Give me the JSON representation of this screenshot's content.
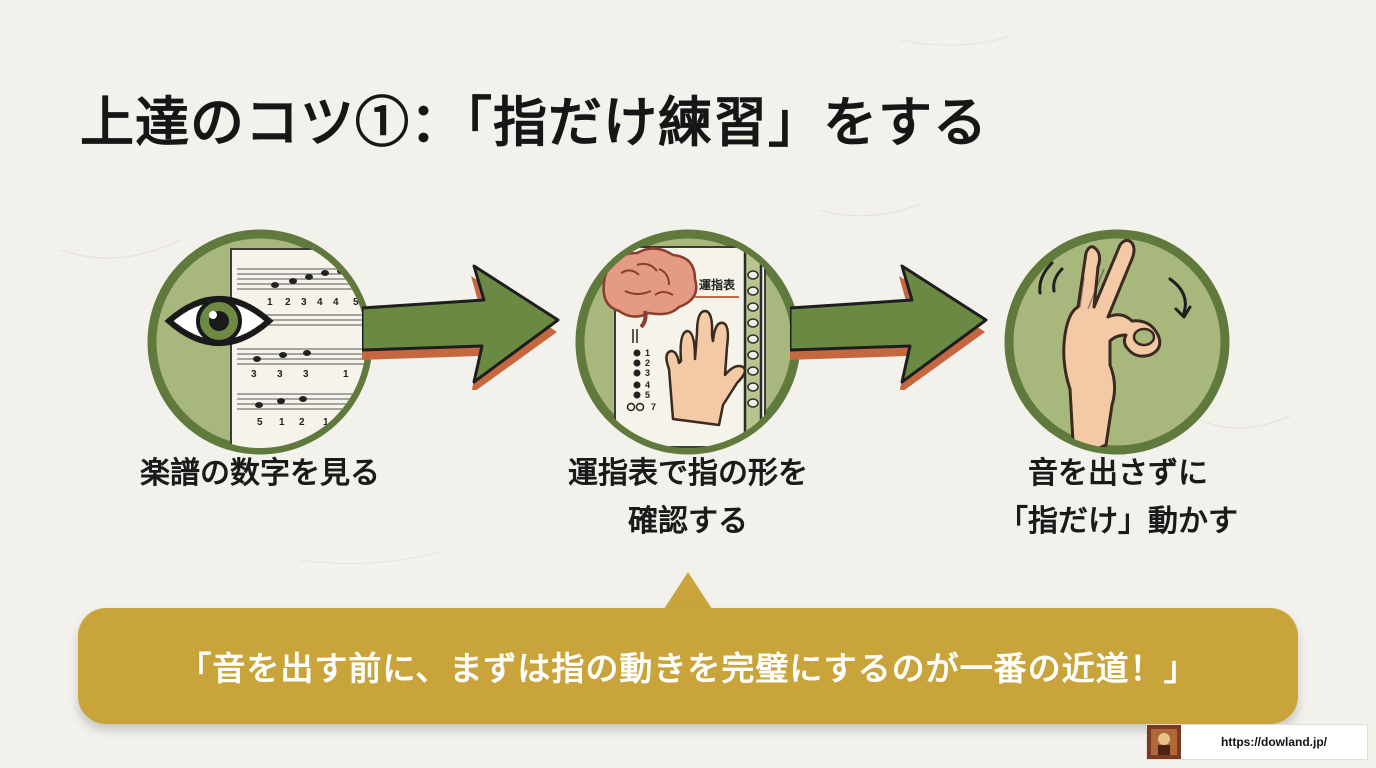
{
  "title": "上達のコツ①：「指だけ練習」をする",
  "steps": [
    {
      "icon": "eye-on-sheet-music-icon",
      "caption_lines": [
        "楽譜の数字を見る"
      ]
    },
    {
      "icon": "brain-fingering-chart-icon",
      "caption_lines": [
        "運指表で指の形を",
        "確認する"
      ]
    },
    {
      "icon": "moving-fingers-hand-icon",
      "caption_lines": [
        "音を出さずに",
        "「指だけ」動かす"
      ]
    }
  ],
  "sheet_music_numbers": {
    "row1": [
      "1",
      "2",
      "3",
      "4",
      "4",
      "5"
    ],
    "row2": [
      "3",
      "3",
      "3",
      "1"
    ],
    "row3": [
      "5",
      "1",
      "2",
      "1"
    ]
  },
  "fingering_chart": {
    "label": "運指表",
    "numbers": [
      "1",
      "2",
      "3",
      "4",
      "5",
      "7"
    ]
  },
  "callout": "「音を出す前に、まずは指の動きを完璧にするのが一番の近道！」",
  "watermark": {
    "url": "https://dowland.jp/"
  },
  "colors": {
    "circle_fill": "#a8b87d",
    "circle_border": "#5f7a3c",
    "arrow_fill": "#6a8a44",
    "arrow_shadow": "#c5673f",
    "bubble": "#c9a43b",
    "background": "#f3f1ec"
  }
}
